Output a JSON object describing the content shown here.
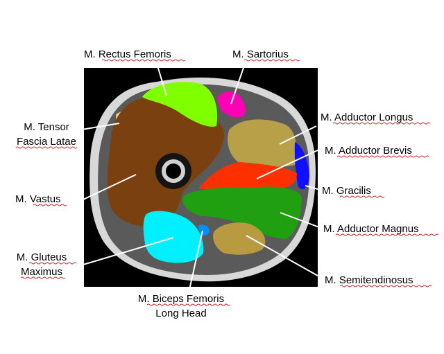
{
  "labels": {
    "rectus_femoris": "M. Rectus Femoris",
    "sartorius": "M. Sartorius",
    "tensor_fascia_latae_1": "M. Tensor",
    "tensor_fascia_latae_2": "Fascia Latae",
    "adductor_longus": "M. Adductor Longus",
    "adductor_brevis": "M. Adductor Brevis",
    "vastus": "M. Vastus",
    "gracilis": "M. Gracilis",
    "adductor_magnus": "M. Adductor Magnus",
    "gluteus_maximus_1": "M. Gluteus",
    "gluteus_maximus_2": "Maximus",
    "semitendinosus": "M. Semitendinosus",
    "biceps_femoris_1": "M. Biceps Femoris",
    "biceps_femoris_2": "Long Head"
  },
  "colors": {
    "rectus_femoris": "#80ff00",
    "sartorius": "#ff00b4",
    "tensor_fascia_latae": "#e8c890",
    "adductor_longus": "#b8a048",
    "adductor_brevis": "#ff3000",
    "vastus": "#7a4010",
    "gracilis": "#1010ff",
    "adductor_magnus": "#20a010",
    "gluteus_maximus": "#00f0ff",
    "semitendinosus": "#b89a40",
    "biceps_femoris": "#0090ff"
  }
}
